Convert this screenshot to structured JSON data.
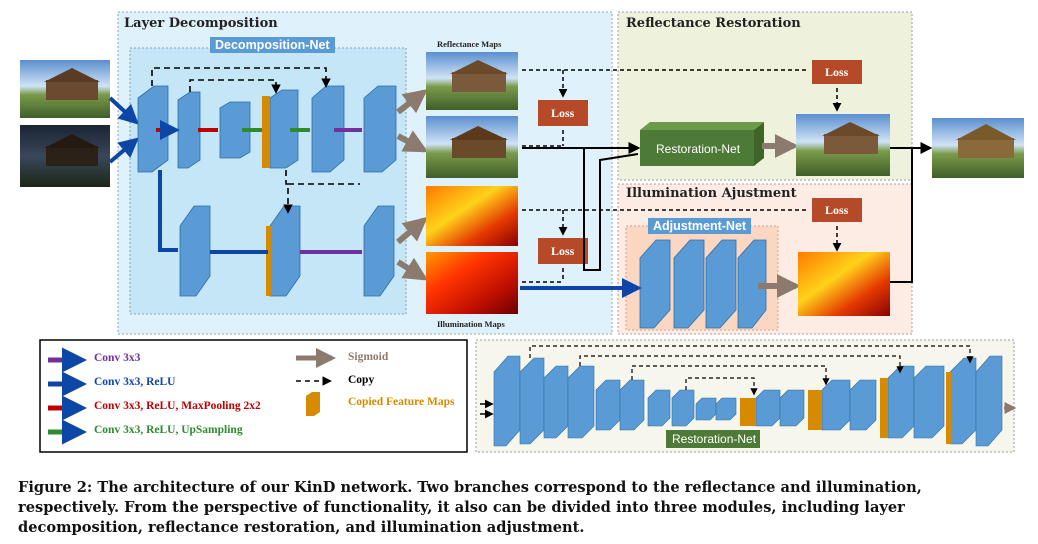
{
  "sections": {
    "layer_decomposition": "Layer Decomposition",
    "decomposition_net": "Decomposition-Net",
    "reflectance_maps": "Reflectance Maps",
    "illumination_maps": "Illumination Maps",
    "reflectance_restoration": "Reflectance Restoration",
    "restoration_net": "Restoration-Net",
    "illumination_adjustment": "Illumination Ajustment",
    "adjustment_net": "Adjustment-Net",
    "restoration_net_detail": "Restoration-Net"
  },
  "loss_labels": [
    "Loss",
    "Loss",
    "Loss",
    "Loss"
  ],
  "legend": [
    {
      "label": "Conv 3x3",
      "color": "#7030a0"
    },
    {
      "label": "Conv 3x3, ReLU",
      "color": "#0e46a8"
    },
    {
      "label": "Conv 3x3, ReLU, MaxPooling 2x2",
      "color": "#c00000"
    },
    {
      "label": "Conv 3x3, ReLU, UpSampling",
      "color": "#2e8b2e"
    },
    {
      "label": "Sigmoid",
      "color": "#8c7a6e"
    },
    {
      "label": "Copy",
      "color": "#000000"
    },
    {
      "label": "Copied Feature Maps",
      "color": "#d68a00"
    }
  ],
  "caption": "Figure 2: The architecture of our KinD network. Two branches correspond to the reflectance and illumination, respectively. From the perspective of functionality, it also can be divided into three modules, including layer decomposition, reflectance restoration, and illumination adjustment.",
  "colors": {
    "layer_bg": "#dff1fb",
    "restoration_bg": "#eef2dc",
    "adjust_bg": "#fcece4",
    "block_blue": "#5b9bd5",
    "loss_red": "#b64a28",
    "restoration_green": "#4e7a37"
  }
}
